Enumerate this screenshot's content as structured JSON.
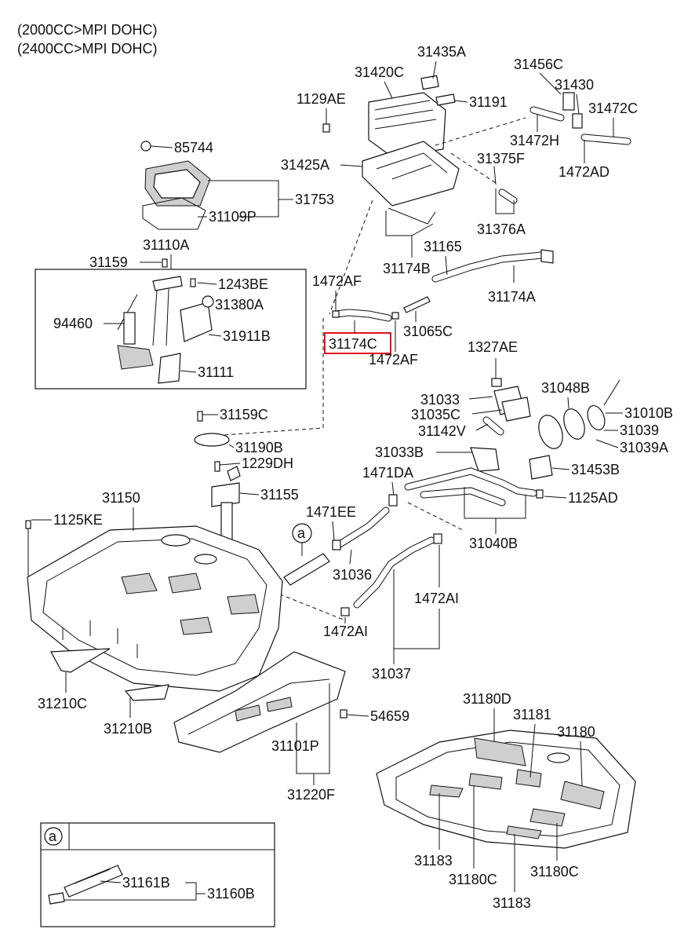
{
  "header": {
    "line1": "(2000CC>MPI DOHC)",
    "line2": "(2400CC>MPI DOHC)"
  },
  "callouts": {
    "a_marker": "a",
    "a_box_marker": "a"
  },
  "parts": {
    "p31435A": "31435A",
    "p31420C": "31420C",
    "p31456C": "31456C",
    "p31430": "31430",
    "p1129AE": "1129AE",
    "p31191": "31191",
    "p31472C": "31472C",
    "p31472H": "31472H",
    "p85744": "85744",
    "p31425A": "31425A",
    "p31375F": "31375F",
    "p1472AD": "1472AD",
    "p31753": "31753",
    "p31109P": "31109P",
    "p31376A": "31376A",
    "p31110A": "31110A",
    "p31165": "31165",
    "p31159": "31159",
    "p31174B": "31174B",
    "p1243BE": "1243BE",
    "p1472AF_a": "1472AF",
    "p31174A": "31174A",
    "p31380A": "31380A",
    "p94460": "94460",
    "p31065C": "31065C",
    "p31911B": "31911B",
    "p31174C": "31174C",
    "p1472AF_b": "1472AF",
    "p1327AE": "1327AE",
    "p31111": "31111",
    "p31048B": "31048B",
    "p31033_a": "31033",
    "p31010B": "31010B",
    "p31159C": "31159C",
    "p31035C": "31035C",
    "p31039": "31039",
    "p31142V": "31142V",
    "p31039A": "31039A",
    "p31190B": "31190B",
    "p31033B": "31033B",
    "p1229DH": "1229DH",
    "p31453B": "31453B",
    "p1471DA": "1471DA",
    "p31150": "31150",
    "p31155": "31155",
    "p1125AD": "1125AD",
    "p1125KE": "1125KE",
    "p1471EE": "1471EE",
    "p31040B": "31040B",
    "p31036": "31036",
    "p1472AI_a": "1472AI",
    "p1472AI_b": "1472AI",
    "p31037": "31037",
    "p31210C": "31210C",
    "p31180D": "31180D",
    "p31181": "31181",
    "p54659": "54659",
    "p31180": "31180",
    "p31210B": "31210B",
    "p31101P": "31101P",
    "p31220F": "31220F",
    "p31183_a": "31183",
    "p31180C_a": "31180C",
    "p31180C_b": "31180C",
    "p31161B": "31161B",
    "p31160B": "31160B",
    "p31183_b": "31183"
  },
  "colors": {
    "highlight": "#e0101a",
    "line": "#111111"
  }
}
